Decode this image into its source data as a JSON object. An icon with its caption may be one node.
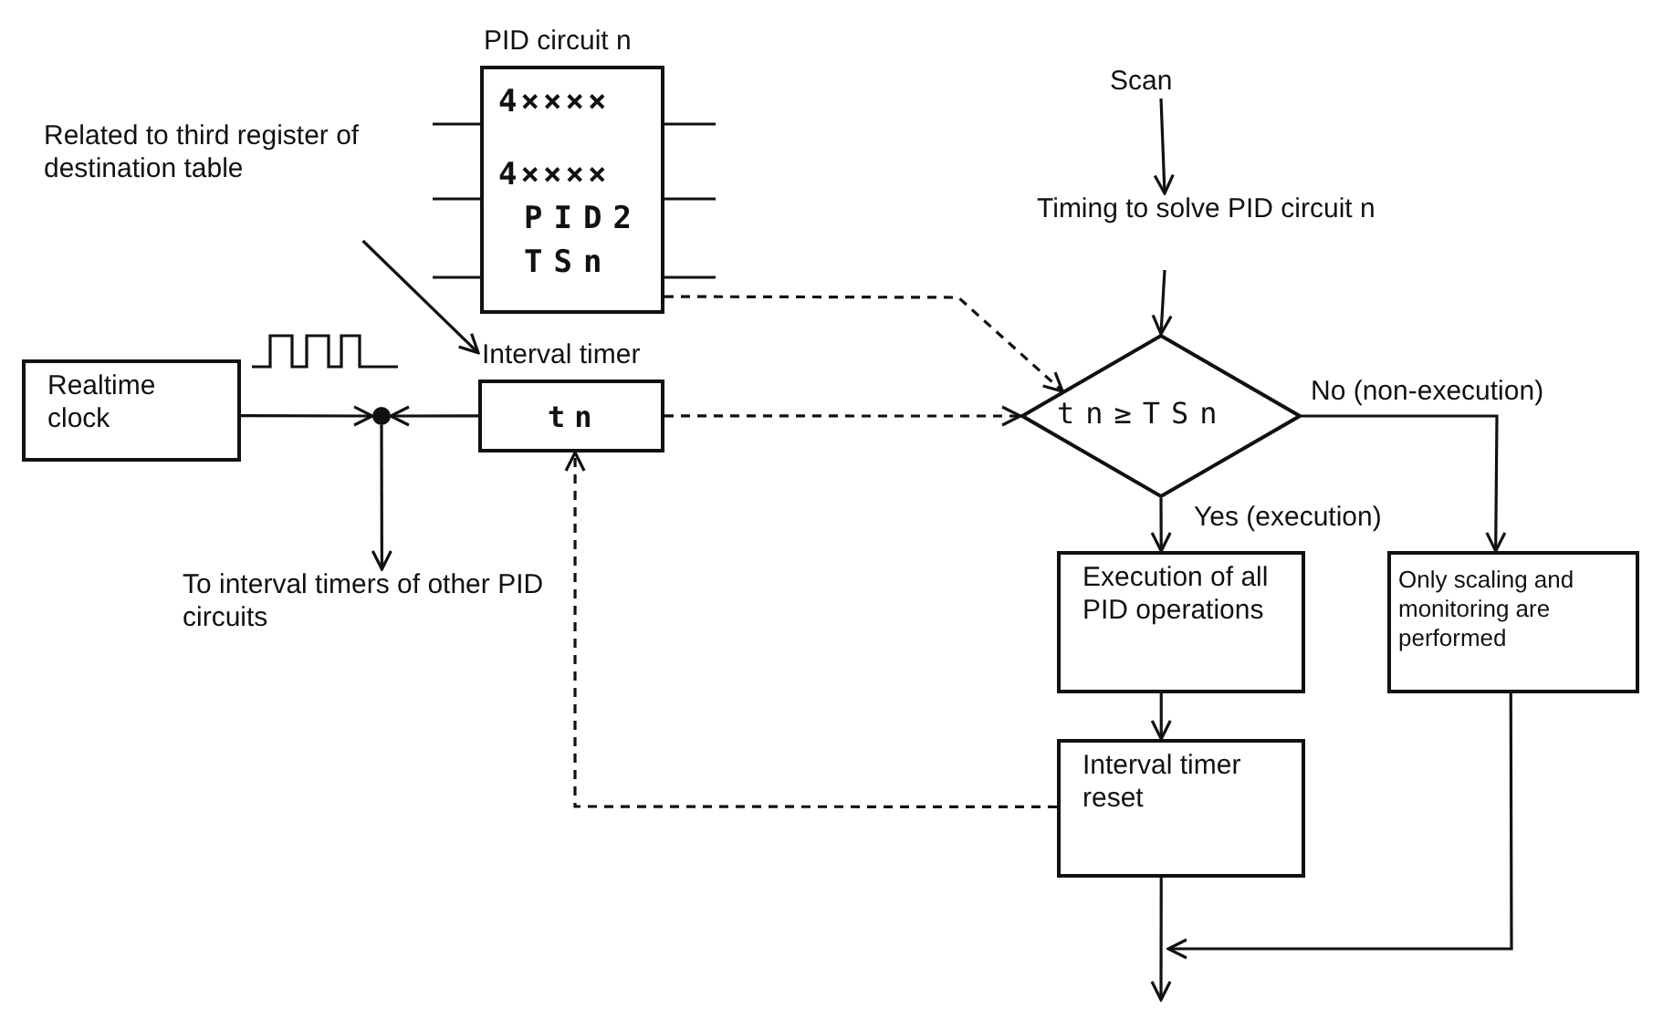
{
  "diagram": {
    "nodes": [
      {
        "text": [
          "Realtime clock"
        ]
      },
      {
        "text": [],
        "shape": "circle"
      },
      {
        "text": [
          "To interval timers of other PID circuits"
        ]
      },
      {
        "text": [
          "Interval timer",
          "tn"
        ]
      },
      {
        "text": [
          "Related to third register of destination table"
        ]
      },
      {
        "text": [
          "PID circuit n",
          "4××××",
          "4××××",
          "PID2",
          "TSn"
        ]
      },
      {
        "text": [
          "Scan"
        ]
      },
      {
        "text": [
          "Timing to solve PID circuit n"
        ]
      },
      {
        "text": [
          "tn≥TSn"
        ]
      },
      {
        "text": [
          "Execution of all PID operations"
        ]
      },
      {
        "text": [
          "Only scaling and monitoring are performed"
        ]
      },
      {
        "text": [
          "Interval timer reset"
        ]
      }
    ],
    "edges": [
      {
        "from": 0,
        "to": 1,
        "arrow": "to"
      },
      {
        "from": 3,
        "to": 1,
        "arrow": "to"
      },
      {
        "from": 1,
        "to": 2,
        "arrow": "to"
      },
      {
        "from": 4,
        "to": 3,
        "arrow": "to"
      },
      {
        "from": 6,
        "to": 7,
        "arrow": "to"
      },
      {
        "from": 7,
        "to": 8,
        "arrow": "to"
      },
      {
        "from": 5,
        "to": 8,
        "arrow": "to",
        "style": "dashed"
      },
      {
        "from": 3,
        "to": 8,
        "arrow": "to",
        "style": "dashed"
      },
      {
        "from": 8,
        "to": 9,
        "arrow": "to",
        "label": "Yes (execution)"
      },
      {
        "from": 8,
        "to": 10,
        "arrow": "to",
        "label": "No (non-execution)"
      },
      {
        "from": 9,
        "to": 11,
        "arrow": "to"
      },
      {
        "from": 11,
        "to": 3,
        "arrow": "to",
        "style": "dashed"
      },
      {
        "from": 11,
        "to": null,
        "arrow": "to"
      },
      {
        "from": 10,
        "to": null,
        "arrow": "to"
      }
    ]
  }
}
